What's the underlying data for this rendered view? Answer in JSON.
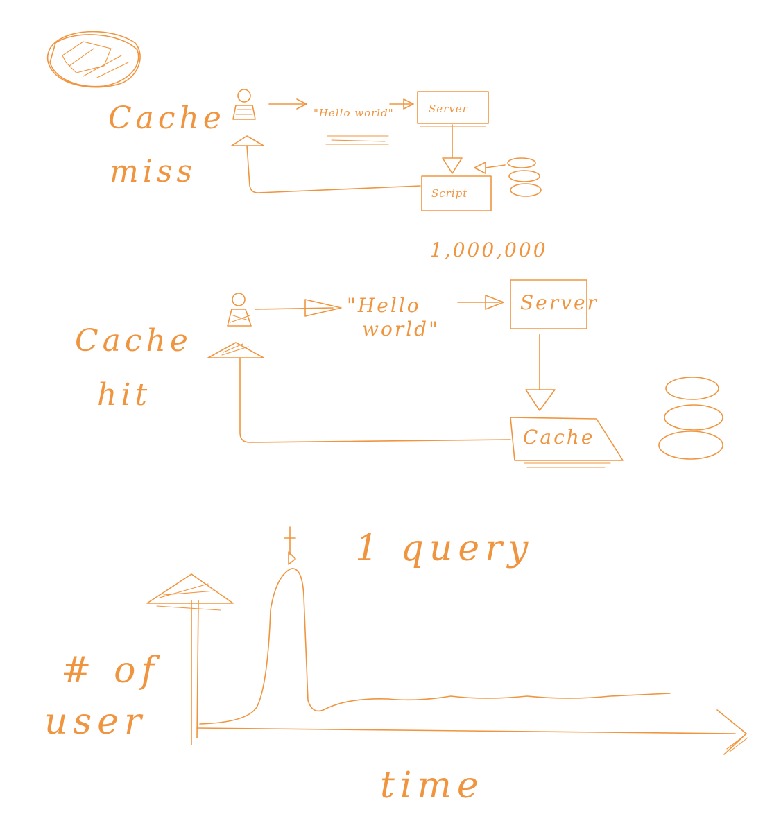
{
  "colors": {
    "ink": "#f0953f",
    "background": "#ffffff"
  },
  "scribble_logo": "scribbled-circle",
  "cache_miss": {
    "label_line1": "Cache",
    "label_line2": "miss",
    "message": "\"Hello world\"",
    "server": "Server",
    "processor": "Script",
    "count": "1,000,000"
  },
  "cache_hit": {
    "label_line1": "Cache",
    "label_line2": "hit",
    "message_line1": "\"Hello",
    "message_line2": "world\"",
    "server": "Server",
    "store": "Cache"
  },
  "traffic_chart": {
    "ylabel_line1": "# of",
    "ylabel_line2": "user",
    "xlabel": "time",
    "spike_annotation": "1 query"
  }
}
